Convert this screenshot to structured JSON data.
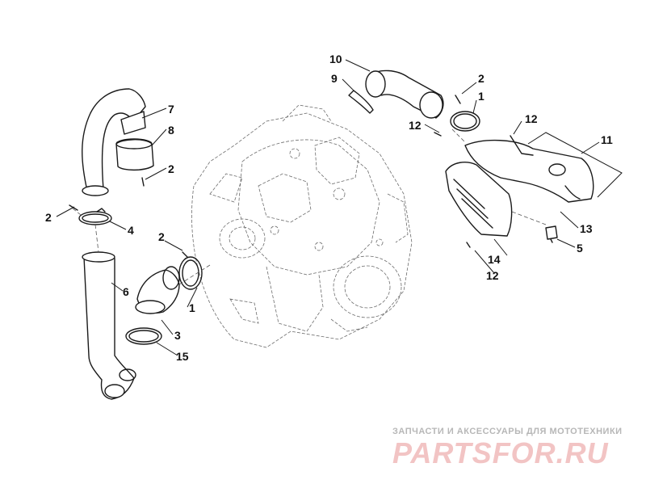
{
  "callouts": [
    "7",
    "8",
    "2",
    "2",
    "4",
    "6",
    "2",
    "1",
    "3",
    "15",
    "10",
    "9",
    "2",
    "1",
    "12",
    "12",
    "11",
    "13",
    "5",
    "14",
    "12"
  ],
  "watermark": {
    "tagline": "ЗАПЧАСТИ И АКСЕССУАРЫ ДЛЯ МОТОТЕХНИКИ",
    "logo": "PARTSFOR.RU"
  },
  "colors": {
    "line": "#1a1a1a",
    "engine": "#6d6d6d",
    "watermark_logo": "#f2c4c4",
    "watermark_text": "#b7b7b7"
  }
}
